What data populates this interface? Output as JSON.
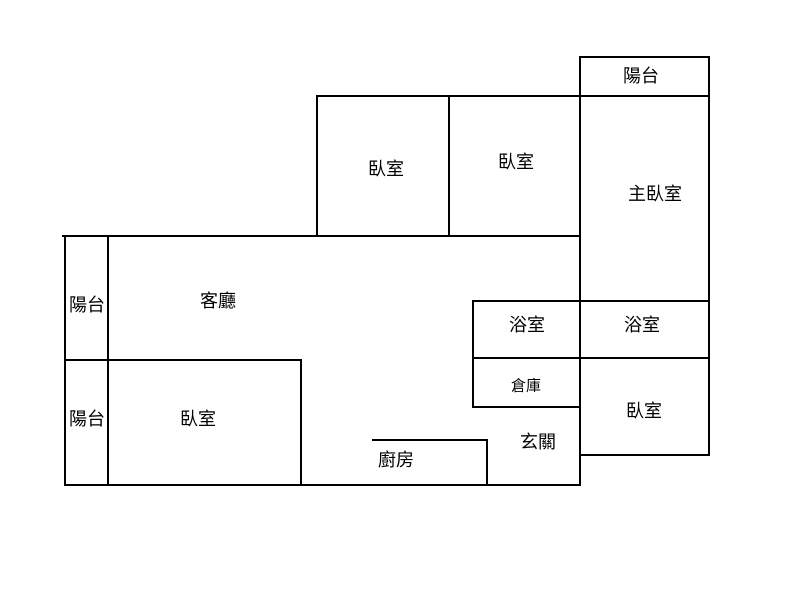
{
  "plan": {
    "line_color": "#000000",
    "background": "#ffffff",
    "rooms": {
      "balcony_top": "陽台",
      "bedroom_1": "臥室",
      "bedroom_2": "臥室",
      "master_bedroom": "主臥室",
      "balcony_left_upper": "陽台",
      "living_room": "客廳",
      "bathroom_1": "浴室",
      "bathroom_2": "浴室",
      "storage": "倉庫",
      "balcony_left_lower": "陽台",
      "bedroom_3": "臥室",
      "bedroom_4": "臥室",
      "entrance": "玄關",
      "kitchen": "廚房"
    }
  }
}
